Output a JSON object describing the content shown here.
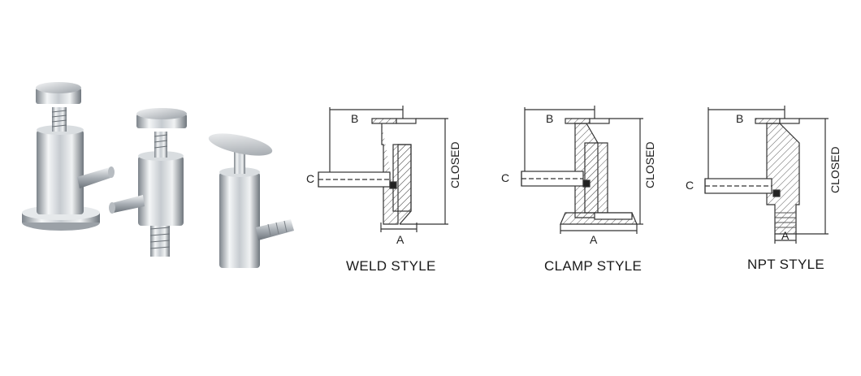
{
  "photo": {
    "items": [
      "clamp-valve",
      "npt-valve",
      "weld-valve"
    ]
  },
  "diagrams": [
    {
      "caption": "WELD STYLE",
      "label_b": "B",
      "label_c": "C",
      "label_a": "A",
      "label_closed": "CLOSED"
    },
    {
      "caption": "CLAMP STYLE",
      "label_b": "B",
      "label_c": "C",
      "label_a": "A",
      "label_closed": "CLOSED"
    },
    {
      "caption": "NPT STYLE",
      "label_b": "B",
      "label_c": "C",
      "label_a": "A",
      "label_closed": "CLOSED"
    }
  ],
  "colors": {
    "line": "#333333",
    "hatch": "#555555",
    "steel_light": "#eceef0",
    "steel_dark": "#8a9096"
  }
}
